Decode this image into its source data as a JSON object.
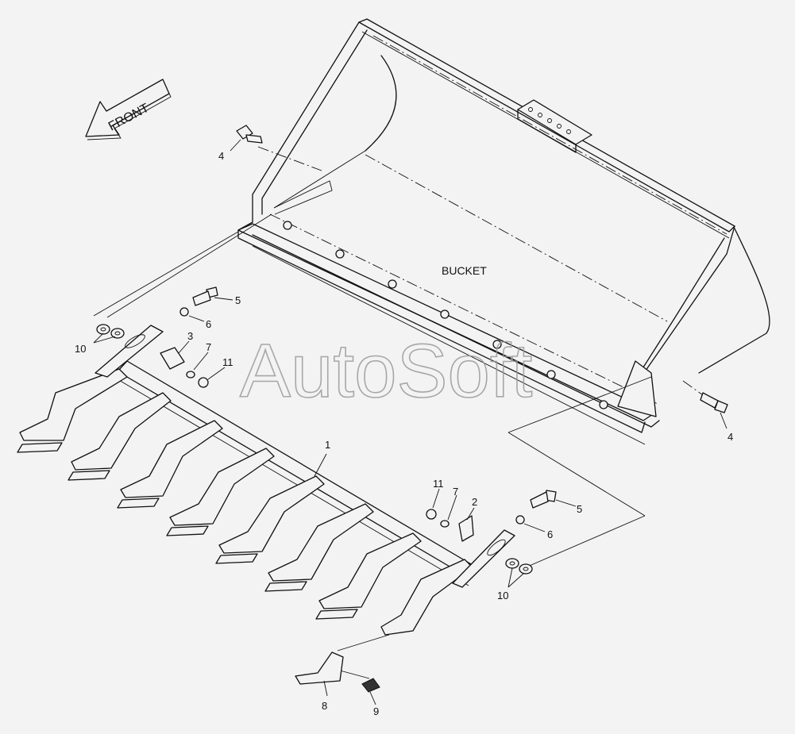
{
  "front_arrow": {
    "label": "FRONT"
  },
  "bucket": {
    "label": "BUCKET"
  },
  "watermark": {
    "text": "AutoSoft"
  },
  "callouts": {
    "c1": "1",
    "c2": "2",
    "c3": "3",
    "c4_top": "4",
    "c4_right": "4",
    "c5_left": "5",
    "c5_right": "5",
    "c6_left": "6",
    "c6_right": "6",
    "c7_left": "7",
    "c7_right": "7",
    "c8": "8",
    "c9": "9",
    "c10_left": "10",
    "c10_right": "10",
    "c11_left": "11",
    "c11_right": "11"
  }
}
